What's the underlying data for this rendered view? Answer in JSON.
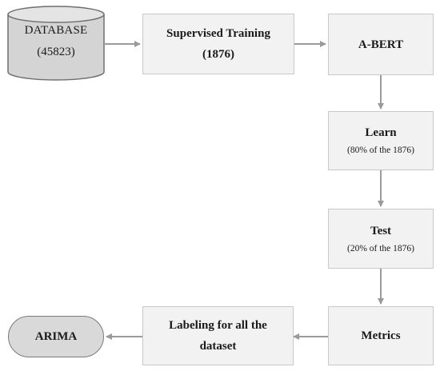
{
  "nodes": {
    "database": {
      "title": "DATABASE",
      "count": "(45823)"
    },
    "supervised": {
      "title": "Supervised Training",
      "count": "(1876)"
    },
    "abert": {
      "title": "A-BERT"
    },
    "learn": {
      "title": "Learn",
      "detail": "(80% of the 1876)"
    },
    "test": {
      "title": "Test",
      "detail": "(20% of the 1876)"
    },
    "metrics": {
      "title": "Metrics"
    },
    "labeling": {
      "title": "Labeling for all the dataset"
    },
    "arima": {
      "title": "ARIMA"
    }
  },
  "colors": {
    "box_fill": "#f2f2f2",
    "box_border": "#c9c9c9",
    "arrow": "#9a9a9a",
    "database_fill": "#d4d4d4",
    "terminal_fill": "#d9d9d9"
  }
}
